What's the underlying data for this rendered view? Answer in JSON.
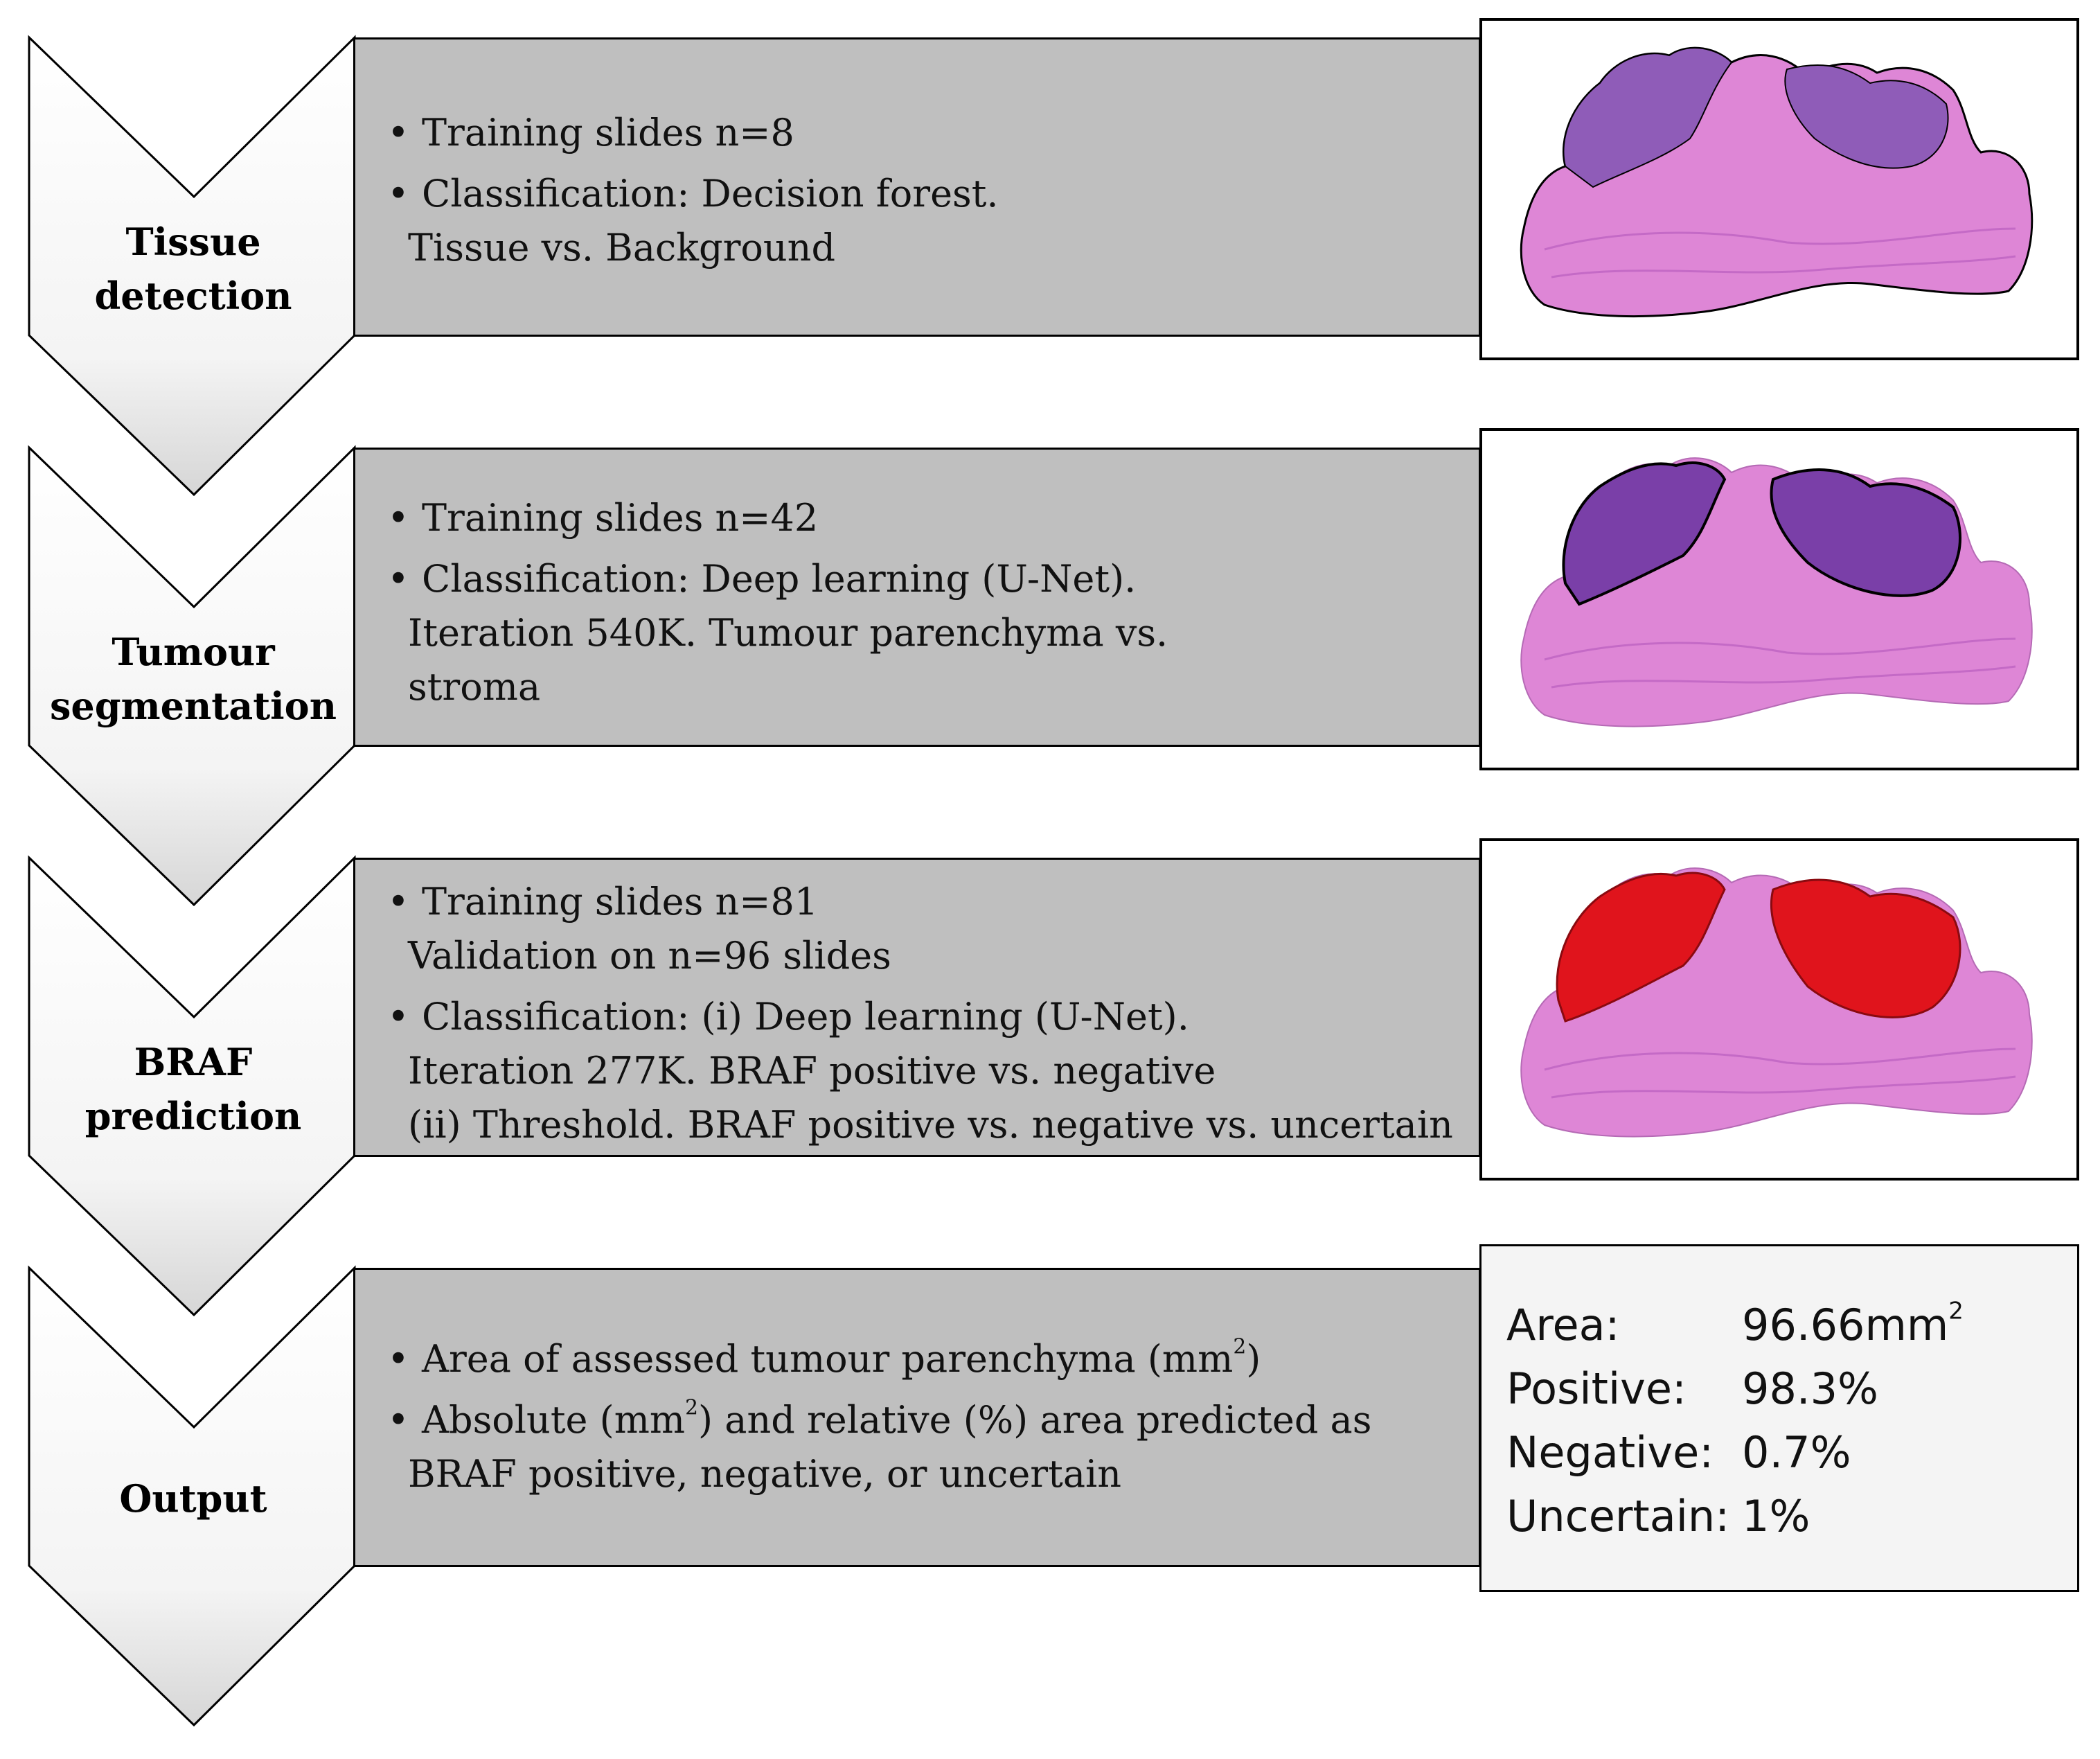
{
  "steps": [
    {
      "label_lines": [
        "Tissue",
        "detection"
      ],
      "bullets": [
        {
          "lines": [
            "Training slides n=8"
          ]
        },
        {
          "lines": [
            "Classification: Decision forest.",
            "Tissue vs. Background"
          ]
        }
      ]
    },
    {
      "label_lines": [
        "Tumour",
        "segmentation"
      ],
      "bullets": [
        {
          "lines": [
            "Training slides n=42"
          ]
        },
        {
          "lines": [
            "Classification: Deep learning (U-Net).",
            "Iteration 540K. Tumour parenchyma vs.",
            "stroma"
          ]
        }
      ]
    },
    {
      "label_lines": [
        "BRAF",
        "prediction"
      ],
      "bullets": [
        {
          "lines": [
            "Training slides n=81",
            "Validation on n=96 slides"
          ]
        },
        {
          "lines": [
            "Classification: (i) Deep learning (U-Net).",
            "Iteration 277K. BRAF positive vs. negative",
            "(ii) Threshold. BRAF positive vs. negative vs. uncertain"
          ]
        }
      ]
    },
    {
      "label_lines": [
        "Output"
      ],
      "bullets": [
        {
          "lines": [
            "Area of assessed tumour parenchyma (mm2)"
          ]
        },
        {
          "lines": [
            "Absolute (mm2) and relative (%) area predicted as",
            "BRAF positive, negative, or uncertain"
          ]
        }
      ]
    }
  ],
  "bullet_char": "•",
  "results": [
    {
      "label": "Area:",
      "value": "96.66mm",
      "sup": "2"
    },
    {
      "label": "Positive:",
      "value": "98.3%"
    },
    {
      "label": "Negative:",
      "value": "0.7%"
    },
    {
      "label": "Uncertain:",
      "value": "1%"
    }
  ],
  "colors": {
    "box_fill": "#bfbfbf",
    "tissue_pink": "#d87ad8",
    "tumour_purple": "#8a4fb5",
    "braf_red": "#e0141c"
  }
}
